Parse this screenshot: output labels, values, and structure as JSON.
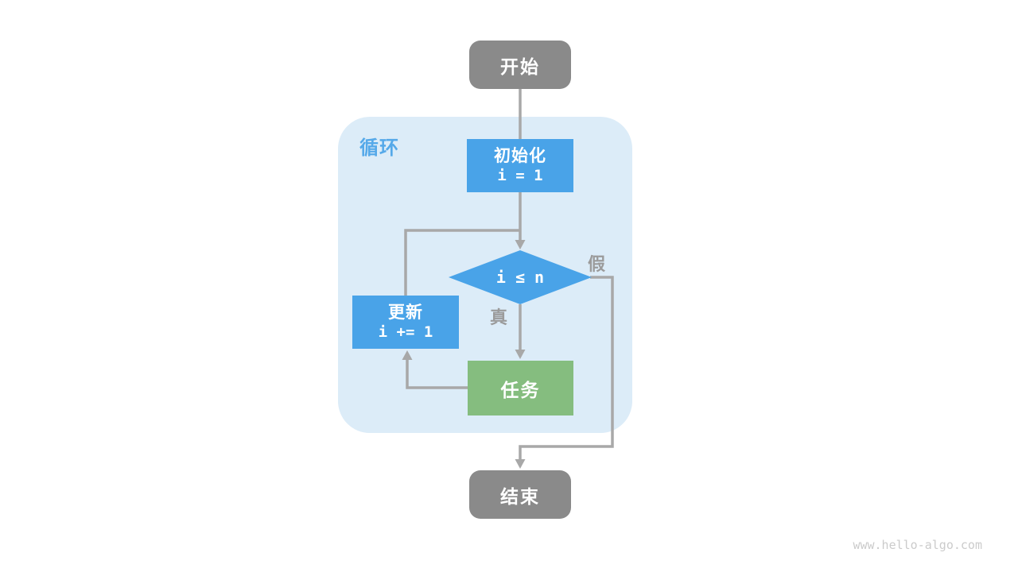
{
  "diagram": {
    "loop_container_label": "循环",
    "nodes": {
      "start": {
        "label": "开始"
      },
      "init": {
        "label": "初始化",
        "code": "i = 1"
      },
      "condition": {
        "code": "i ≤ n"
      },
      "update": {
        "label": "更新",
        "code": "i += 1"
      },
      "task": {
        "label": "任务"
      },
      "end": {
        "label": "结束"
      }
    },
    "edge_labels": {
      "true_branch": "真",
      "false_branch": "假"
    },
    "colors": {
      "terminal_gray": "#8a8a8a",
      "process_blue": "#49a3e8",
      "task_green": "#85bd7f",
      "loop_background": "#dcecf8",
      "loop_label_blue": "#55a9e9",
      "connector_gray": "#a8a8a8",
      "branch_label_gray": "#9b9b9b",
      "watermark_gray": "#cbcbcb"
    }
  },
  "page": {
    "watermark": "www.hello-algo.com"
  }
}
